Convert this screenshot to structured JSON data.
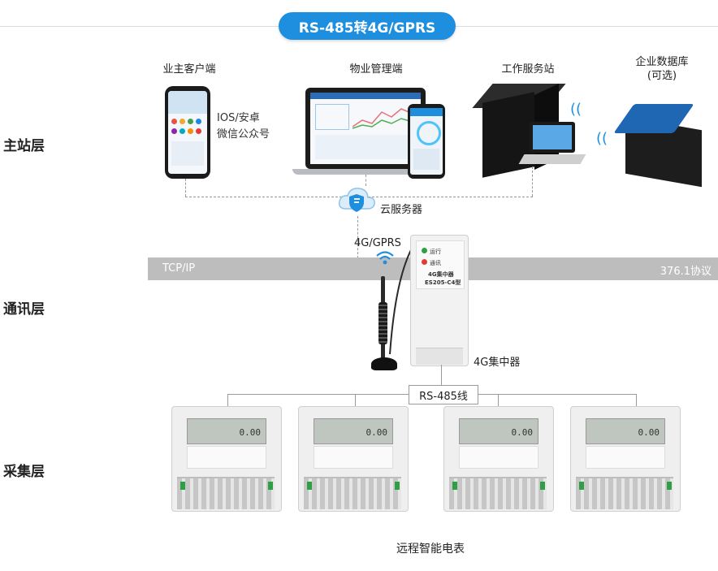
{
  "title": "RS-485转4G/GPRS",
  "layers": {
    "main_station": "主站层",
    "communication": "通讯层",
    "acquisition": "采集层"
  },
  "nodes": {
    "owner_client": "业主客户端",
    "os_label_1": "IOS/安卓",
    "os_label_2": "微信公众号",
    "property_client": "物业管理端",
    "workstation": "工作服务站",
    "enterprise_db_1": "企业数据库",
    "enterprise_db_2": "(可选)",
    "cloud_server": "云服务器"
  },
  "comm": {
    "gprs_label": "4G/GPRS",
    "band_left": "TCP/IP",
    "band_right": "376.1协议",
    "concentrator_label": "4G集中器",
    "device_line1": "4G集中器",
    "device_line2": "ES205-C4型",
    "led1": "运行",
    "led2": "通讯"
  },
  "bus": {
    "label": "RS-485线"
  },
  "meters": {
    "reading": "0.00",
    "caption": "远程智能电表"
  },
  "colors": {
    "accent": "#1e8fdf",
    "band": "#bdbdbd",
    "db_top": "#1f66b3"
  },
  "icons": {
    "phone": "smartphone-icon",
    "laptop": "laptop-icon",
    "server": "server-icon",
    "database": "database-icon",
    "cloud": "cloud-shield-icon",
    "wifi": "wifi-icon",
    "antenna": "antenna-icon",
    "meter": "electric-meter-icon"
  }
}
